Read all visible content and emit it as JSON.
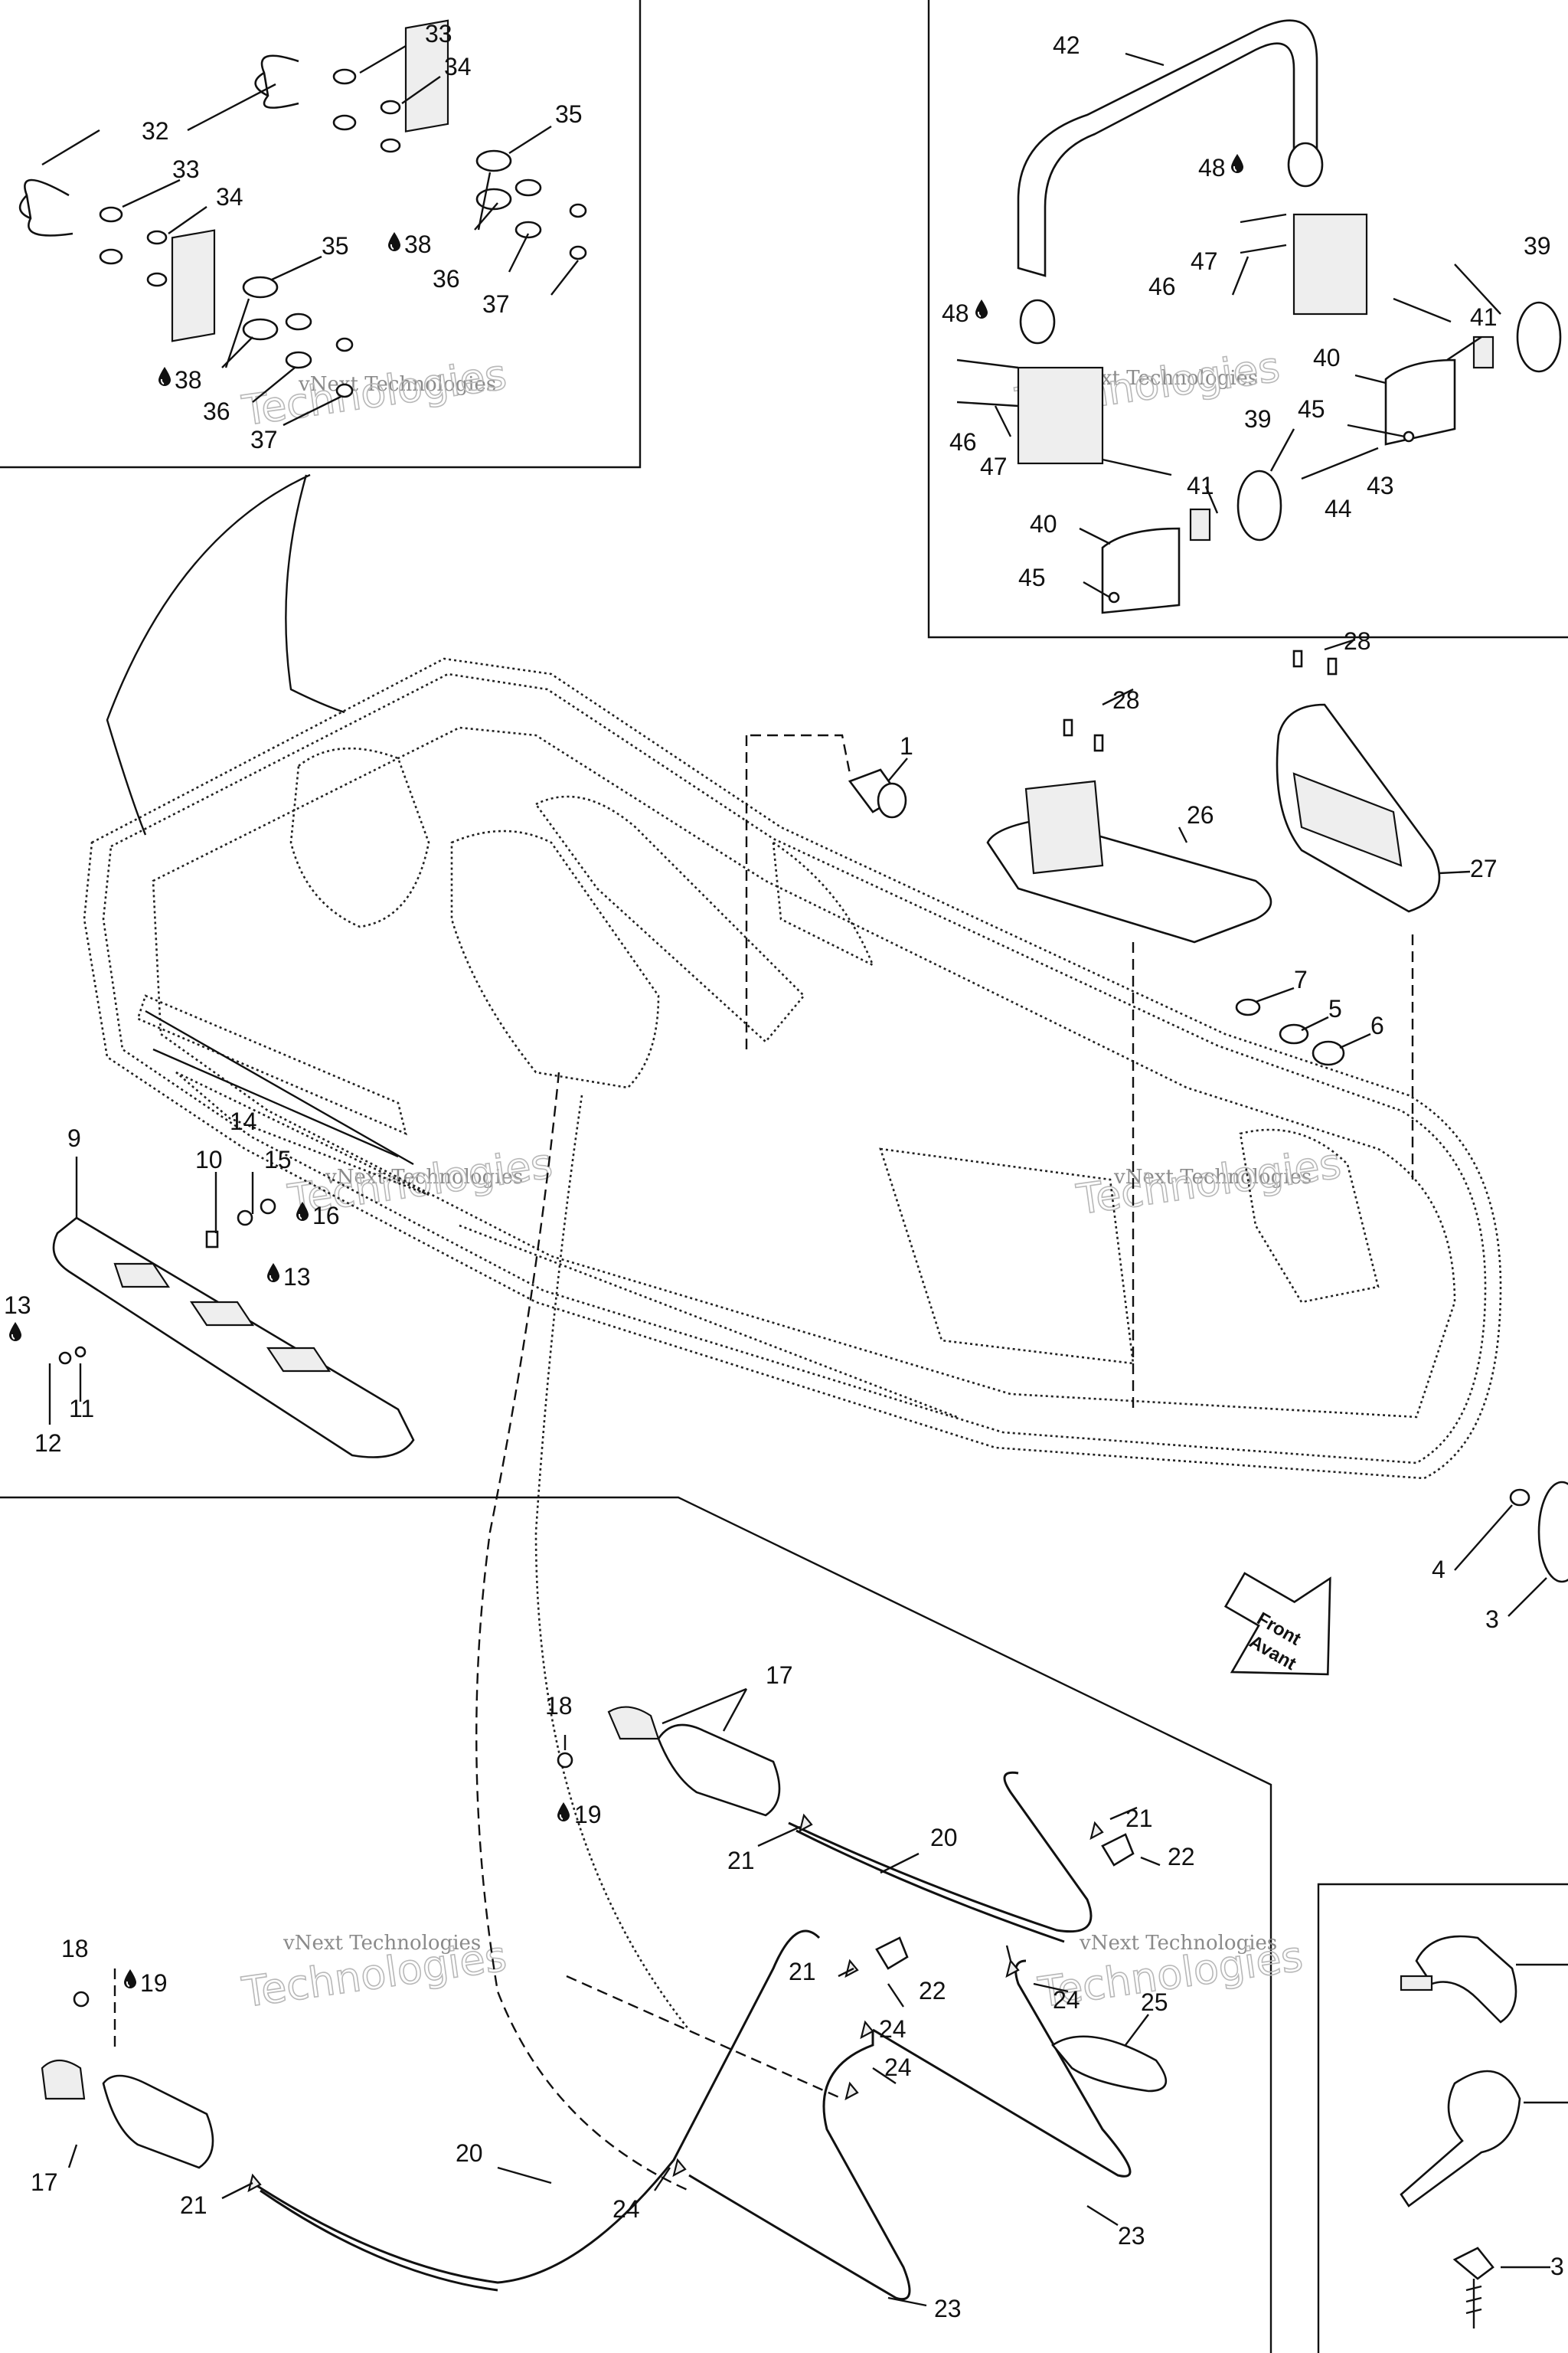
{
  "watermark": {
    "line1": "vNext Technologies",
    "line2": "Technologies"
  },
  "direction_arrow": {
    "line1": "Front",
    "line2": "Avant"
  },
  "fluid_icon": "drop-icon",
  "colors": {
    "ink": "#111111",
    "watermark": "#8a8a8a",
    "background": "#ffffff"
  },
  "callouts": {
    "c1": "1",
    "c3a": "3",
    "c3b": "3",
    "c4": "4",
    "c5": "5",
    "c6": "6",
    "c7": "7",
    "c9": "9",
    "c10": "10",
    "c11": "11",
    "c12": "12",
    "c13a": "13",
    "c13b": "13",
    "c14": "14",
    "c15": "15",
    "c16": "16",
    "c17a": "17",
    "c17b": "17",
    "c18a": "18",
    "c18b": "18",
    "c19a": "19",
    "c19b": "19",
    "c20a": "20",
    "c20b": "20",
    "c21a": "21",
    "c21b": "21",
    "c21c": "21",
    "c21d": "21",
    "c22a": "22",
    "c22b": "22",
    "c23a": "23",
    "c23b": "23",
    "c24a": "24",
    "c24b": "24",
    "c24c": "24",
    "c24d": "24",
    "c25": "25",
    "c26": "26",
    "c27": "27",
    "c28a": "28",
    "c28b": "28",
    "c32": "32",
    "c33a": "33",
    "c33b": "33",
    "c34a": "34",
    "c34b": "34",
    "c35a": "35",
    "c35b": "35",
    "c36a": "36",
    "c36b": "36",
    "c37a": "37",
    "c37b": "37",
    "c38a": "38",
    "c38b": "38",
    "c39a": "39",
    "c39b": "39",
    "c40a": "40",
    "c40b": "40",
    "c41a": "41",
    "c41b": "41",
    "c42": "42",
    "c43": "43",
    "c44": "44",
    "c45a": "45",
    "c45b": "45",
    "c46a": "46",
    "c46b": "46",
    "c47a": "47",
    "c47b": "47",
    "c48a": "48",
    "c48b": "48"
  }
}
